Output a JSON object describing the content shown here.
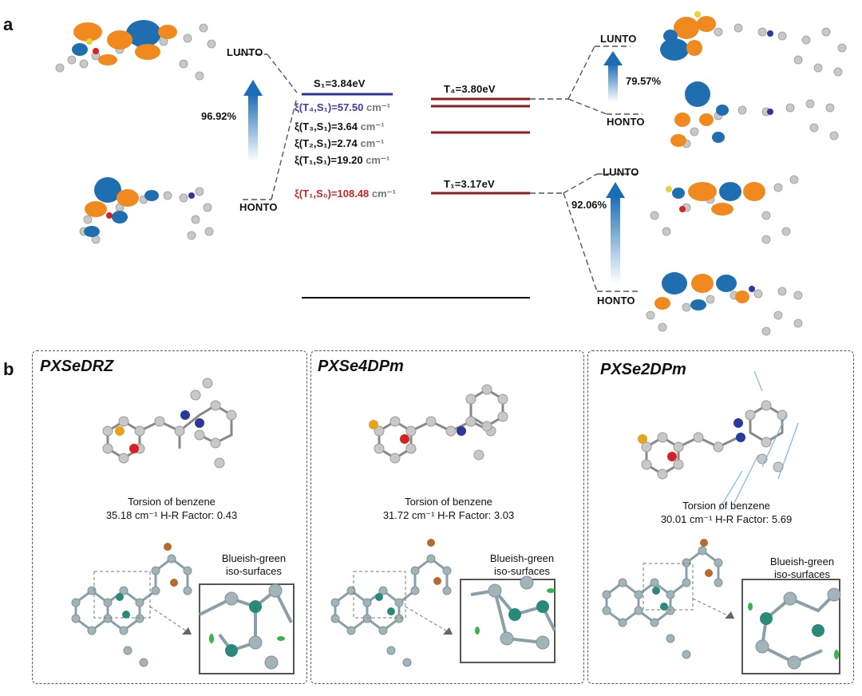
{
  "panel_a": {
    "letter": "a",
    "levels": {
      "s1": "S₁=3.84eV",
      "t4": "T₄=3.80eV",
      "t1": "T₁=3.17eV"
    },
    "orbitals_left": {
      "top": "LUNTO",
      "bottom": "HONTO",
      "percent": "96.92%"
    },
    "orbitals_right_upper": {
      "top": "LUNTO",
      "bottom": "HONTO",
      "percent": "79.57%"
    },
    "orbitals_right_lower": {
      "top": "LUNTO",
      "bottom": "HONTO",
      "percent": "92.06%"
    },
    "soc": [
      {
        "label": "ξ(T₄,S₁)=57.50",
        "unit": "cm⁻¹",
        "color": "#3a3f9a"
      },
      {
        "label": "ξ(T₃,S₁)=3.64",
        "unit": "cm⁻¹",
        "color": "#111111"
      },
      {
        "label": "ξ(T₂,S₁)=2.74",
        "unit": "cm⁻¹",
        "color": "#111111"
      },
      {
        "label": "ξ(T₁,S₁)=19.20",
        "unit": "cm⁻¹",
        "color": "#111111"
      },
      {
        "label": "ξ(T₁,S₀)=108.48",
        "unit": "cm⁻¹",
        "color": "#c8252b"
      }
    ],
    "colors": {
      "singlet": "#2b3591",
      "triplet": "#8b1e1e",
      "lobe_blue": "#1f6fb0",
      "lobe_orange": "#f08a1e"
    }
  },
  "panel_b": {
    "letter": "b",
    "iso_label_1": "Blueish-green",
    "iso_label_2": "iso-surfaces",
    "boxes": [
      {
        "title": "PXSeDRZ",
        "cap1": "Torsion of benzene",
        "cap2": "35.18 cm⁻¹ H-R Factor: 0.43"
      },
      {
        "title": "PXSe4DPm",
        "cap1": "Torsion of benzene",
        "cap2": "31.72 cm⁻¹ H-R Factor: 3.03"
      },
      {
        "title": "PXSe2DPm",
        "cap1": "Torsion of benzene",
        "cap2": "30.01 cm⁻¹ H-R Factor: 5.69"
      }
    ]
  }
}
